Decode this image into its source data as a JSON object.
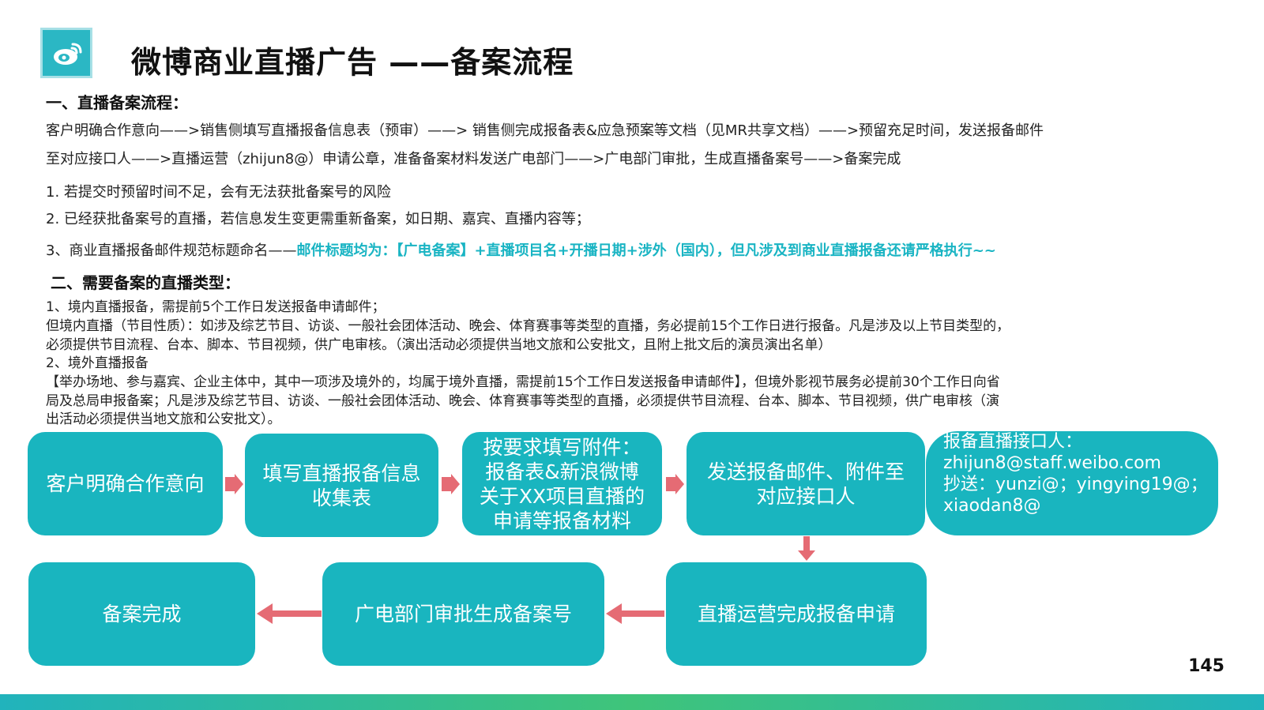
{
  "header": {
    "title": "微博商业直播广告 ——备案流程",
    "logo_icon": "weibo-logo-icon"
  },
  "section1": {
    "heading": "一、直播备案流程：",
    "flow_line1": "客户明确合作意向——>销售侧填写直播报备信息表（预审）——>  销售侧完成报备表&应急预案等文档（见MR共享文档）——>预留充足时间，发送报备邮件",
    "flow_line2": "至对应接口人——>直播运营（zhijun8@）申请公章，准备备案材料发送广电部门——>广电部门审批，生成直播备案号——>备案完成",
    "note1": "1. 若提交时预留时间不足，会有无法获批备案号的风险",
    "note2": "2. 已经获批备案号的直播，若信息发生变更需重新备案，如日期、嘉宾、直播内容等；",
    "note3_prefix": "3、商业直播报备邮件规范标题命名——",
    "note3_highlight": "邮件标题均为：【广电备案】+直播项目名+开播日期+涉外（国内），但凡涉及到商业直播报备还请严格执行~~"
  },
  "section2": {
    "heading": "二、需要备案的直播类型：",
    "lines": [
      "1、境内直播报备，需提前5个工作日发送报备申请邮件；",
      "但境内直播（节目性质）：如涉及综艺节目、访谈、一般社会团体活动、晚会、体育赛事等类型的直播，务必提前15个工作日进行报备。凡是涉及以上节目类型的，",
      "必须提供节目流程、台本、脚本、节目视频，供广电审核。（演出活动必须提供当地文旅和公安批文，且附上批文后的演员演出名单）",
      "2、境外直播报备",
      "【举办场地、参与嘉宾、企业主体中，其中一项涉及境外的，均属于境外直播，需提前15个工作日发送报备申请邮件】，但境外影视节展务必提前30个工作日向省",
      "局及总局申报备案；凡是涉及综艺节目、访谈、一般社会团体活动、晚会、体育赛事等类型的直播，必须提供节目流程、台本、脚本、节目视频，供广电审核（演",
      "出活动必须提供当地文旅和公安批文）。"
    ]
  },
  "flow": {
    "step1": "客户明确合作意向",
    "step2": [
      "填写直播报备信息",
      "收集表"
    ],
    "step3": [
      "按要求填写附件：",
      "报备表&新浪微博",
      "关于XX项目直播的",
      "申请等报备材料"
    ],
    "step4": [
      "发送报备邮件、附件至",
      "对应接口人"
    ],
    "contact": [
      "报备直播接口人：",
      "zhijun8@staff.weibo.com",
      "抄送：yunzi@；yingying19@；",
      "xiaodan8@"
    ],
    "step5": "直播运营完成报备申请",
    "step6": "广电部门审批生成备案号",
    "step7": "备案完成"
  },
  "page_number": "145",
  "colors": {
    "teal": "#19b5bf",
    "arrow": "#e56b74",
    "highlight": "#19b4c3"
  }
}
